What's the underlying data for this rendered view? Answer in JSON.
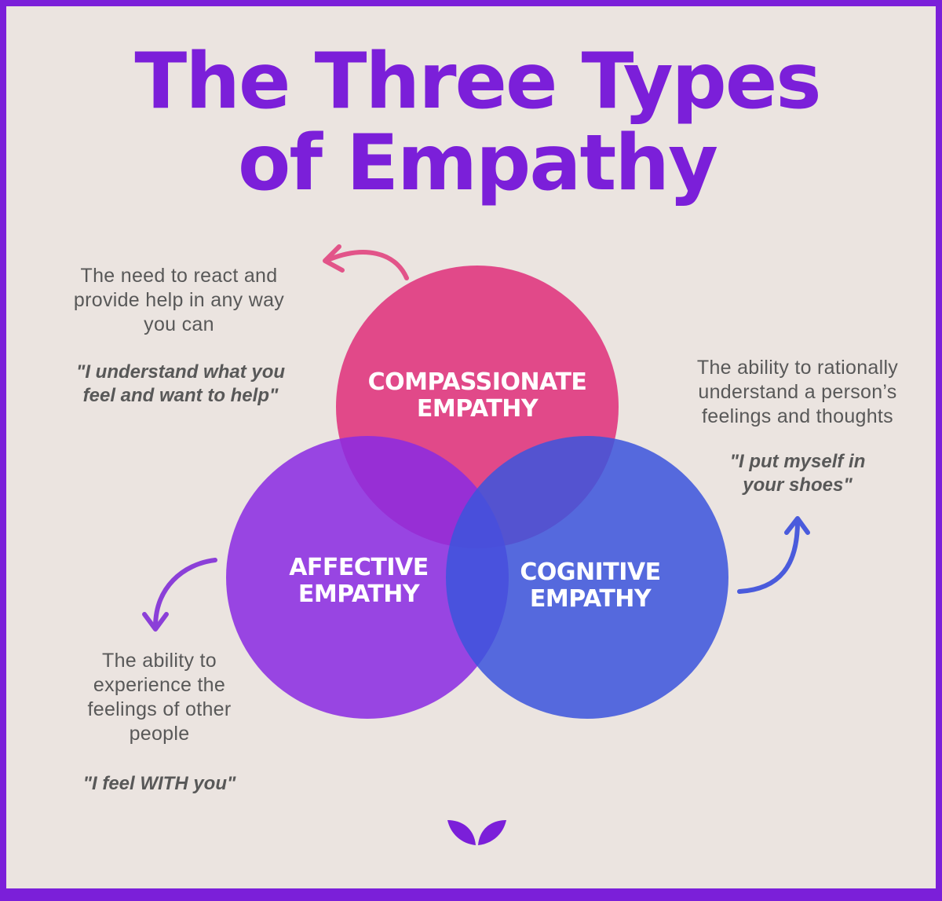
{
  "title": {
    "line1": "The Three Types",
    "line2": "of Empathy"
  },
  "circles": {
    "compassionate": {
      "label_line1": "COMPASSIONATE",
      "label_line2": "EMPATHY",
      "color": "#e0307a",
      "description": [
        "The need to react and",
        "provide help in any way",
        "you can"
      ],
      "quote": [
        "\"I understand what you",
        "feel and want to help\""
      ]
    },
    "affective": {
      "label_line1": "AFFECTIVE",
      "label_line2": "EMPATHY",
      "color": "#8a2be2",
      "description": [
        "The ability to",
        "experience the",
        "feelings of other",
        "people"
      ],
      "quote": [
        "\"I feel WITH you\""
      ]
    },
    "cognitive": {
      "label_line1": "COGNITIVE",
      "label_line2": "EMPATHY",
      "color": "#3d55dc",
      "description": [
        "The ability to rationally",
        "understand a person’s",
        "feelings and thoughts"
      ],
      "quote": [
        "\"I put myself in",
        "your shoes\""
      ]
    }
  },
  "colors": {
    "background": "#ebe4e0",
    "brand": "#7b1fd9",
    "text": "#585858"
  },
  "logo": "butterfly-logo-icon"
}
